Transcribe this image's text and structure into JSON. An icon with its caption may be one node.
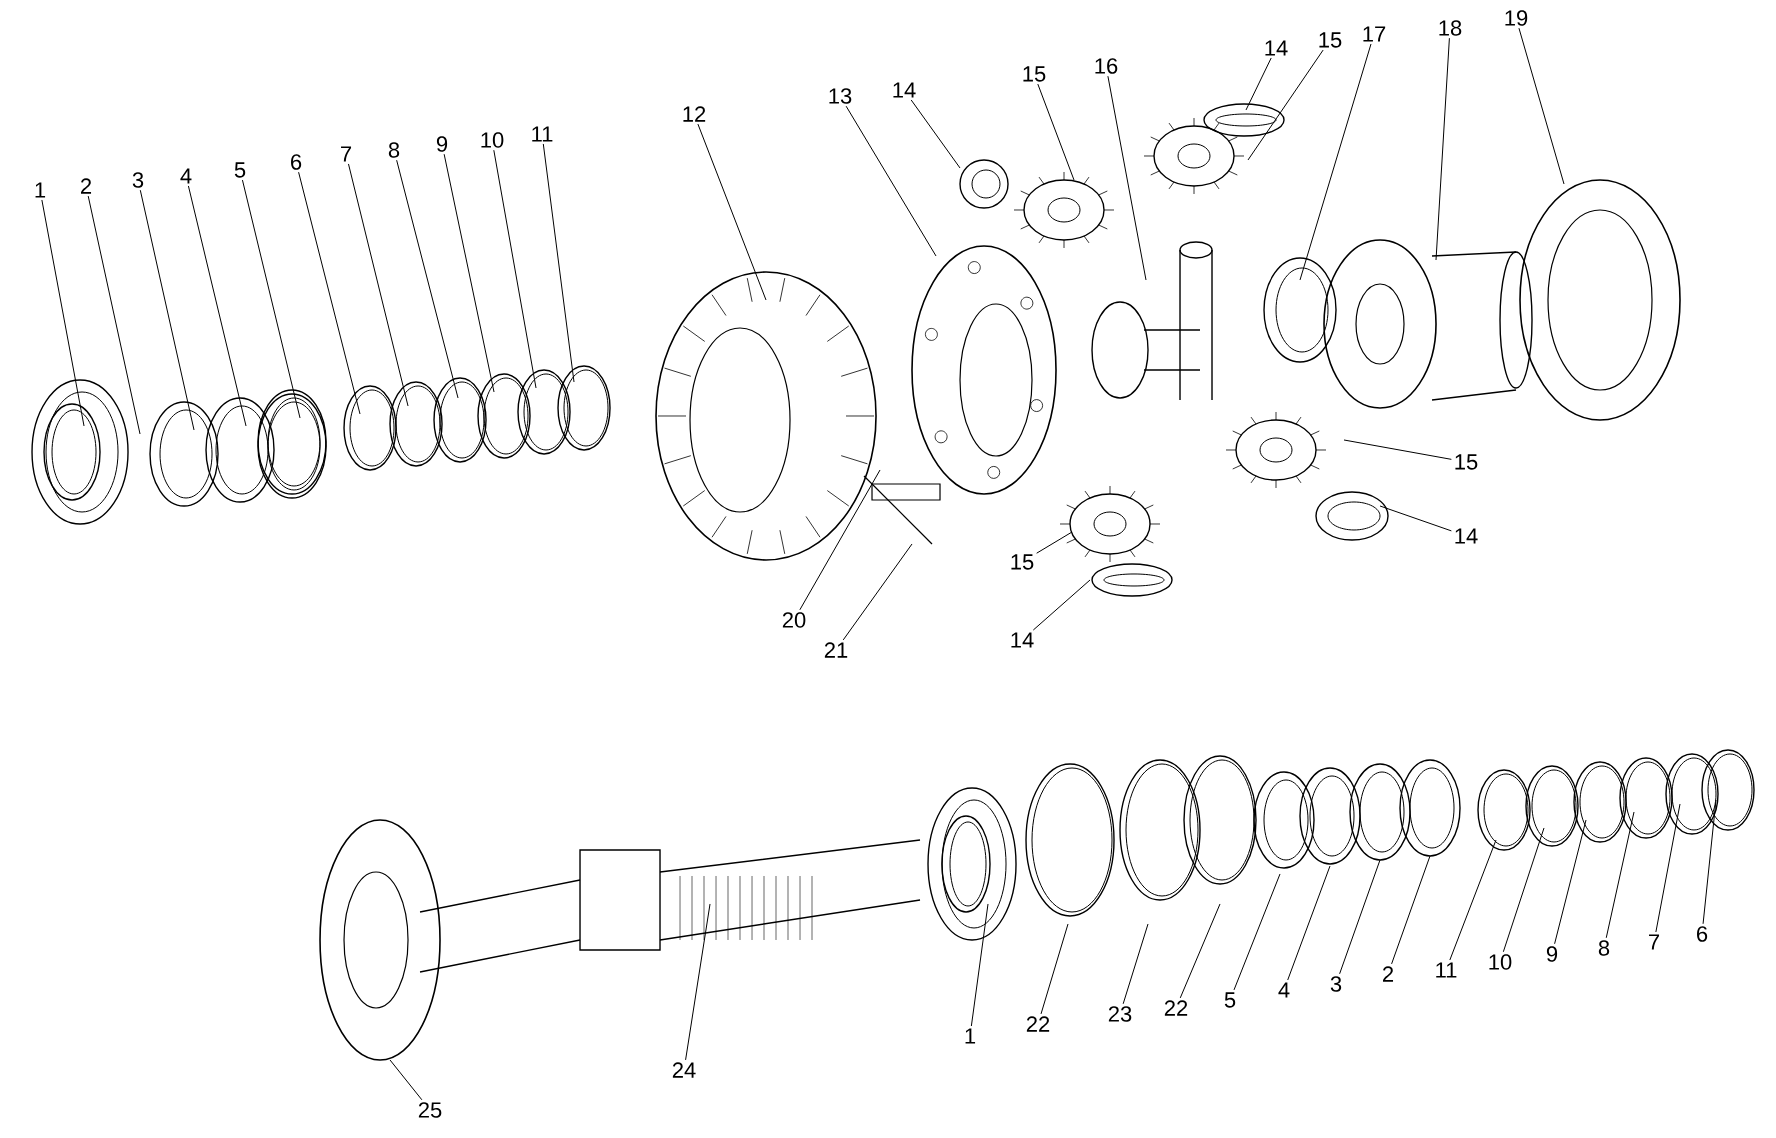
{
  "diagram": {
    "nodes": [
      {
        "text": [
          "1"
        ]
      },
      {
        "text": [
          "2"
        ]
      },
      {
        "text": [
          "3"
        ]
      },
      {
        "text": [
          "4"
        ]
      },
      {
        "text": [
          "5"
        ]
      },
      {
        "text": [
          "6"
        ]
      },
      {
        "text": [
          "7"
        ]
      },
      {
        "text": [
          "8"
        ]
      },
      {
        "text": [
          "9"
        ]
      },
      {
        "text": [
          "10"
        ]
      },
      {
        "text": [
          "11"
        ]
      },
      {
        "text": [
          "12"
        ]
      },
      {
        "text": [
          "13"
        ]
      },
      {
        "text": [
          "14"
        ]
      },
      {
        "text": [
          "15"
        ]
      },
      {
        "text": [
          "16"
        ]
      },
      {
        "text": [
          "14"
        ]
      },
      {
        "text": [
          "15"
        ]
      },
      {
        "text": [
          "17"
        ]
      },
      {
        "text": [
          "18"
        ]
      },
      {
        "text": [
          "19"
        ]
      },
      {
        "text": [
          "15"
        ]
      },
      {
        "text": [
          "14"
        ]
      },
      {
        "text": [
          "15"
        ]
      },
      {
        "text": [
          "14"
        ]
      },
      {
        "text": [
          "20"
        ]
      },
      {
        "text": [
          "21"
        ]
      },
      {
        "text": [
          "25"
        ]
      },
      {
        "text": [
          "24"
        ]
      },
      {
        "text": [
          "1"
        ]
      },
      {
        "text": [
          "22"
        ]
      },
      {
        "text": [
          "23"
        ]
      },
      {
        "text": [
          "22"
        ]
      },
      {
        "text": [
          "5"
        ]
      },
      {
        "text": [
          "4"
        ]
      },
      {
        "text": [
          "3"
        ]
      },
      {
        "text": [
          "2"
        ]
      },
      {
        "text": [
          "11"
        ]
      },
      {
        "text": [
          "10"
        ]
      },
      {
        "text": [
          "9"
        ]
      },
      {
        "text": [
          "8"
        ]
      },
      {
        "text": [
          "7"
        ]
      },
      {
        "text": [
          "6"
        ]
      }
    ],
    "edges": [
      {
        "from": 0,
        "to": null,
        "arrow": "none"
      },
      {
        "from": 1,
        "to": null,
        "arrow": "none"
      },
      {
        "from": 2,
        "to": null,
        "arrow": "none"
      },
      {
        "from": 3,
        "to": null,
        "arrow": "none"
      },
      {
        "from": 4,
        "to": null,
        "arrow": "none"
      },
      {
        "from": 5,
        "to": null,
        "arrow": "none"
      },
      {
        "from": 6,
        "to": null,
        "arrow": "none"
      },
      {
        "from": 7,
        "to": null,
        "arrow": "none"
      },
      {
        "from": 8,
        "to": null,
        "arrow": "none"
      },
      {
        "from": 9,
        "to": null,
        "arrow": "none"
      },
      {
        "from": 10,
        "to": null,
        "arrow": "none"
      },
      {
        "from": 11,
        "to": null,
        "arrow": "none"
      },
      {
        "from": 12,
        "to": null,
        "arrow": "none"
      },
      {
        "from": 13,
        "to": null,
        "arrow": "none"
      },
      {
        "from": 14,
        "to": null,
        "arrow": "none"
      },
      {
        "from": 15,
        "to": null,
        "arrow": "none"
      },
      {
        "from": 16,
        "to": null,
        "arrow": "none"
      },
      {
        "from": 17,
        "to": null,
        "arrow": "none"
      },
      {
        "from": 18,
        "to": null,
        "arrow": "none"
      },
      {
        "from": 19,
        "to": null,
        "arrow": "none"
      },
      {
        "from": 20,
        "to": null,
        "arrow": "none"
      },
      {
        "from": 21,
        "to": null,
        "arrow": "none"
      },
      {
        "from": 22,
        "to": null,
        "arrow": "none"
      },
      {
        "from": 23,
        "to": null,
        "arrow": "none"
      },
      {
        "from": 24,
        "to": null,
        "arrow": "none"
      },
      {
        "from": 25,
        "to": null,
        "arrow": "none"
      },
      {
        "from": 26,
        "to": null,
        "arrow": "none"
      },
      {
        "from": 27,
        "to": null,
        "arrow": "none"
      },
      {
        "from": 28,
        "to": null,
        "arrow": "none"
      },
      {
        "from": 29,
        "to": null,
        "arrow": "none"
      },
      {
        "from": 30,
        "to": null,
        "arrow": "none"
      },
      {
        "from": 31,
        "to": null,
        "arrow": "none"
      },
      {
        "from": 32,
        "to": null,
        "arrow": "none"
      },
      {
        "from": 33,
        "to": null,
        "arrow": "none"
      },
      {
        "from": 34,
        "to": null,
        "arrow": "none"
      },
      {
        "from": 35,
        "to": null,
        "arrow": "none"
      },
      {
        "from": 36,
        "to": null,
        "arrow": "none"
      },
      {
        "from": 37,
        "to": null,
        "arrow": "none"
      },
      {
        "from": 38,
        "to": null,
        "arrow": "none"
      },
      {
        "from": 39,
        "to": null,
        "arrow": "none"
      },
      {
        "from": 40,
        "to": null,
        "arrow": "none"
      },
      {
        "from": 41,
        "to": null,
        "arrow": "none"
      },
      {
        "from": 42,
        "to": null,
        "arrow": "none"
      }
    ]
  }
}
